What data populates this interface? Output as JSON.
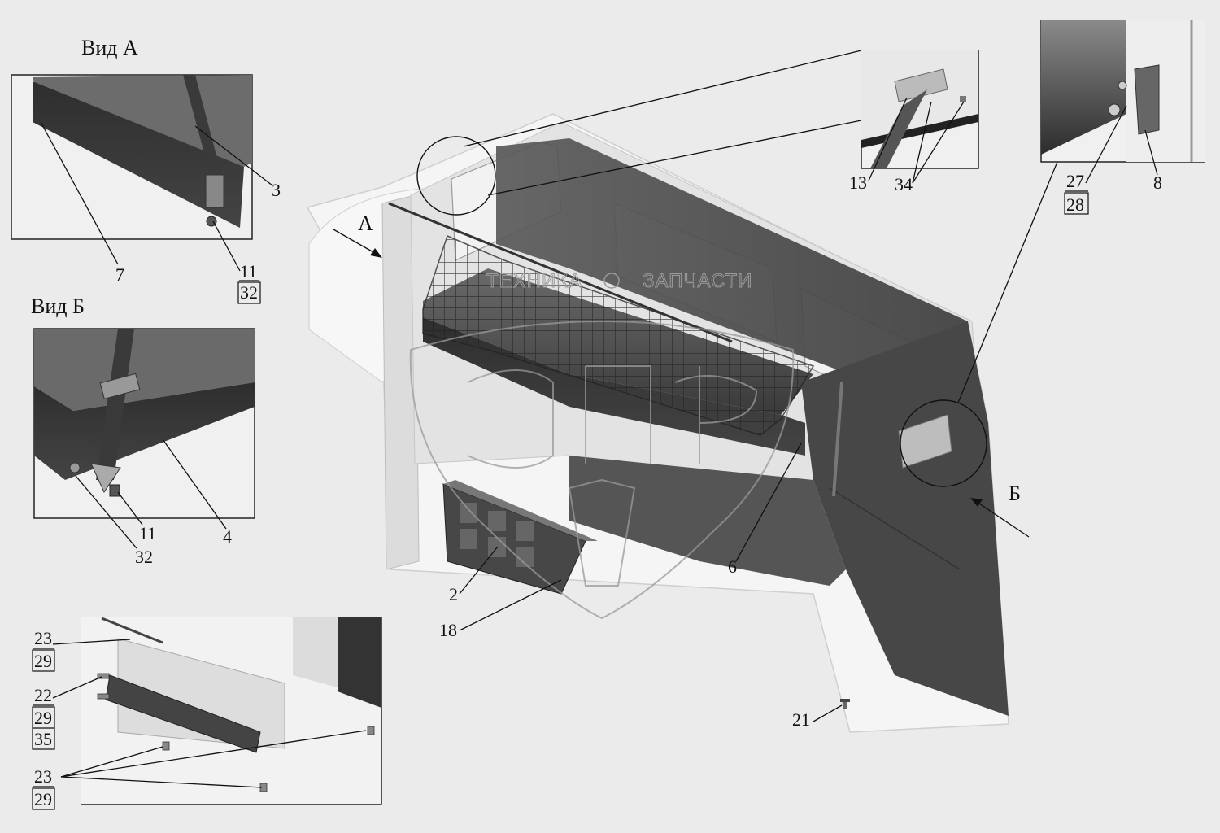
{
  "views": {
    "view_a": {
      "title": "Вид А"
    },
    "view_b": {
      "title": "Вид Б"
    }
  },
  "arrows": {
    "a": "А",
    "b": "Б"
  },
  "watermark": {
    "left": "ТЕХНИКА",
    "right": "ЗАПЧАСТИ"
  },
  "callouts": {
    "c3": "3",
    "c7": "7",
    "c11a": "11",
    "c32a": "32",
    "c11b": "11",
    "c32b": "32",
    "c4": "4",
    "c13": "13",
    "c34": "34",
    "c27": "27",
    "c28": "28",
    "c8": "8",
    "c2": "2",
    "c18": "18",
    "c6": "6",
    "c21": "21",
    "c23a": "23",
    "c29a": "29",
    "c22": "22",
    "c29b": "29",
    "c35": "35",
    "c23b": "23",
    "c29c": "29"
  }
}
